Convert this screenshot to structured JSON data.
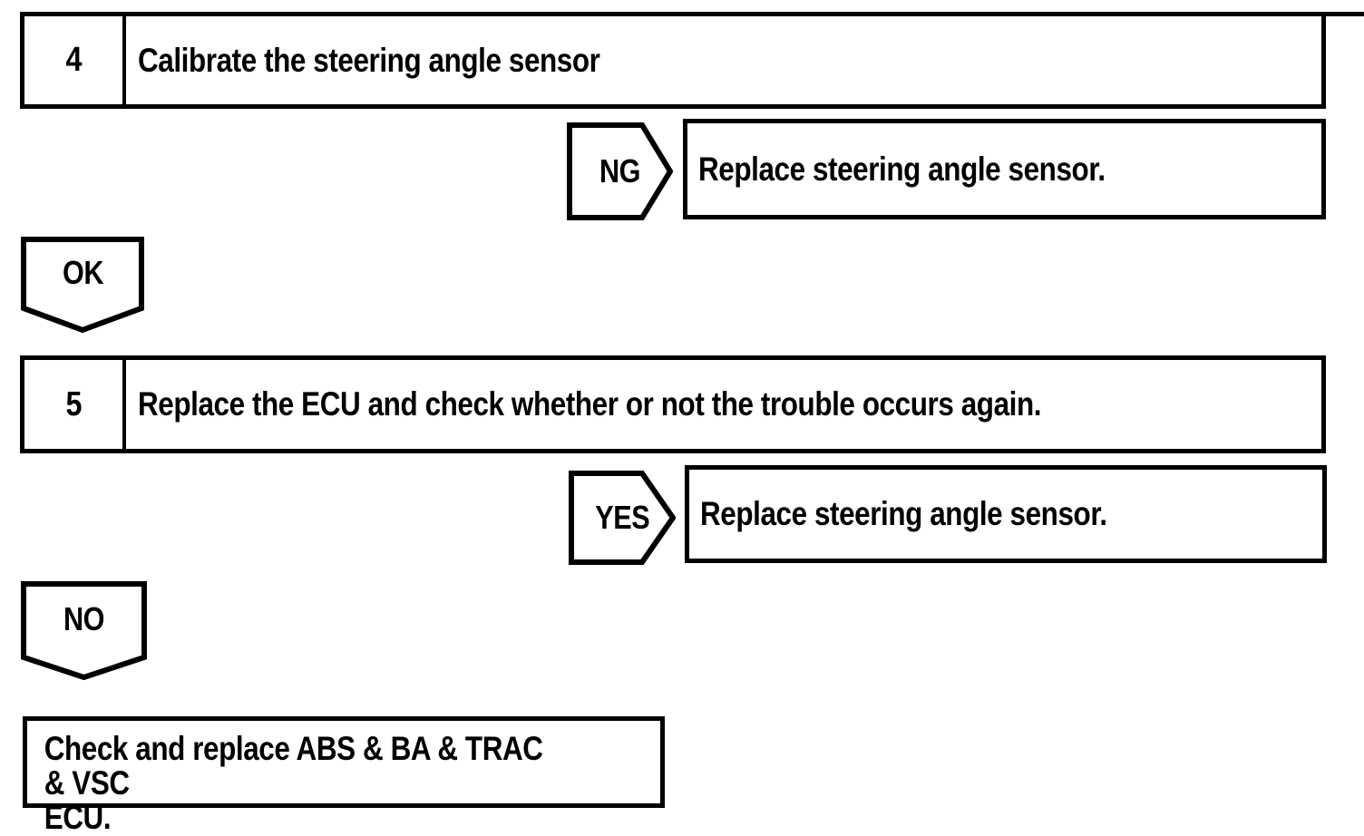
{
  "flow": {
    "steps": [
      {
        "number": "4",
        "text": "Calibrate the steering angle sensor"
      },
      {
        "number": "5",
        "text": "Replace the ECU and check whether or not the trouble occurs again."
      }
    ],
    "branches": [
      {
        "label": "NG",
        "result": "Replace steering angle sensor."
      },
      {
        "label": "YES",
        "result": "Replace steering angle sensor."
      }
    ],
    "continues": [
      {
        "label": "OK"
      },
      {
        "label": "NO"
      }
    ],
    "terminal": {
      "text": "Check and replace ABS & BA & TRAC & VSC\nECU."
    },
    "ink_color": "#000000",
    "paper_color": "#ffffff"
  }
}
